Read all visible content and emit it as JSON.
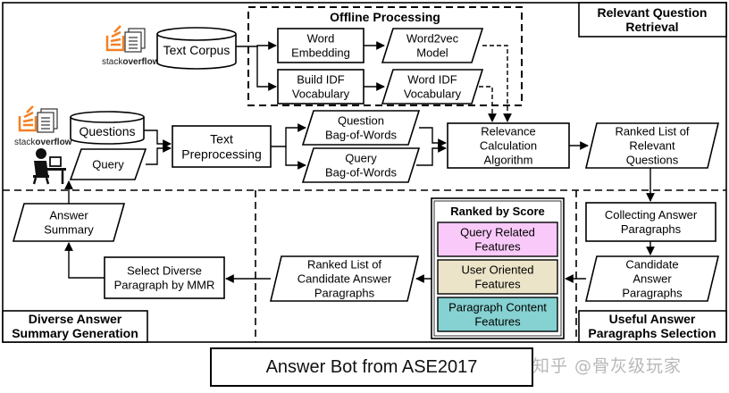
{
  "diagram": {
    "offline_title": "Offline Processing",
    "region_titles": {
      "retrieval": [
        "Relevant Question",
        "Retrieval"
      ],
      "summary": [
        "Diverse Answer",
        "Summary Generation"
      ],
      "selection": [
        "Useful Answer",
        "Paragraphs Selection"
      ]
    },
    "logo_text": {
      "stack": "stack",
      "overflow": "overflow"
    },
    "nodes": {
      "text_corpus": [
        "Text Corpus"
      ],
      "word_embedding": [
        "Word",
        "Embedding"
      ],
      "word2vec_model": [
        "Word2vec",
        "Model"
      ],
      "build_idf": [
        "Build IDF",
        "Vocabulary"
      ],
      "word_idf": [
        "Word IDF",
        "Vocabulary"
      ],
      "questions": [
        "Questions"
      ],
      "query": [
        "Query"
      ],
      "text_preprocessing": [
        "Text",
        "Preprocessing"
      ],
      "question_bow": [
        "Question",
        "Bag-of-Words"
      ],
      "query_bow": [
        "Query",
        "Bag-of-Words"
      ],
      "relevance_algorithm": [
        "Relevance",
        "Calculation",
        "Algorithm"
      ],
      "ranked_questions": [
        "Ranked List of",
        "Relevant",
        "Questions"
      ],
      "collecting_paragraphs": [
        "Collecting Answer",
        "Paragraphs"
      ],
      "candidate_paragraphs": [
        "Candidate",
        "Answer",
        "Paragraphs"
      ],
      "ranked_candidates": [
        "Ranked List of",
        "Candidate Answer",
        "Paragraphs"
      ],
      "select_mmr": [
        "Select Diverse",
        "Paragraph by MMR"
      ],
      "answer_summary": [
        "Answer",
        "Summary"
      ]
    },
    "ranked_by_score": {
      "title": "Ranked by Score",
      "features": [
        {
          "label": [
            "Query Related",
            "Features"
          ],
          "color": "#f9c9f9"
        },
        {
          "label": [
            "User Oriented",
            "Features"
          ],
          "color": "#ece4c8"
        },
        {
          "label": [
            "Paragraph Content",
            "Features"
          ],
          "color": "#86d1d1"
        }
      ]
    }
  },
  "caption": "Answer Bot from ASE2017",
  "watermark": "知乎 @骨灰级玩家",
  "colors": {
    "logo_orange": "#f48024",
    "stroke": "#000000"
  }
}
